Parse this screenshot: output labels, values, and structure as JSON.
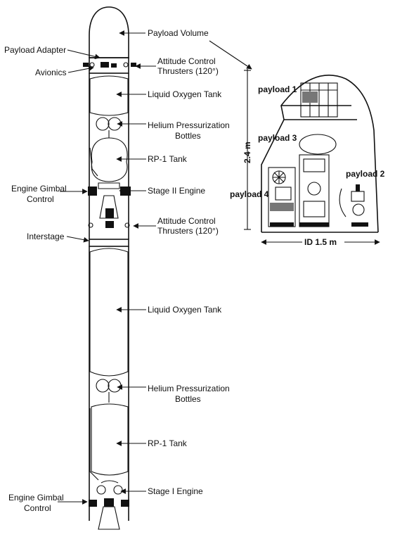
{
  "rocket_labels": {
    "payload_volume": "Payload Volume",
    "payload_adapter": "Payload Adapter",
    "avionics": "Avionics",
    "acs_upper_1": "Attitude Control",
    "acs_upper_2": "Thrusters (120°)",
    "lox_tank_upper": "Liquid Oxygen Tank",
    "helium_upper_1": "Helium Pressurization",
    "helium_upper_2": "Bottles",
    "rp1_tank_upper": "RP-1 Tank",
    "gimbal_upper_1": "Engine Gimbal",
    "gimbal_upper_2": "Control",
    "stage2_engine": "Stage II Engine",
    "acs_lower_1": "Attitude Control",
    "acs_lower_2": "Thrusters (120°)",
    "interstage": "Interstage",
    "lox_tank_lower": "Liquid Oxygen Tank",
    "helium_lower_1": "Helium Pressurization",
    "helium_lower_2": "Bottles",
    "rp1_tank_lower": "RP-1 Tank",
    "stage1_engine": "Stage I Engine",
    "gimbal_lower_1": "Engine Gimbal",
    "gimbal_lower_2": "Control"
  },
  "fairing_detail": {
    "payload_1": "payload 1",
    "payload_2": "payload 2",
    "payload_3": "payload 3",
    "payload_4": "payload 4",
    "height_dim": "2.4 m",
    "diameter_dim": "ID 1.5 m"
  }
}
